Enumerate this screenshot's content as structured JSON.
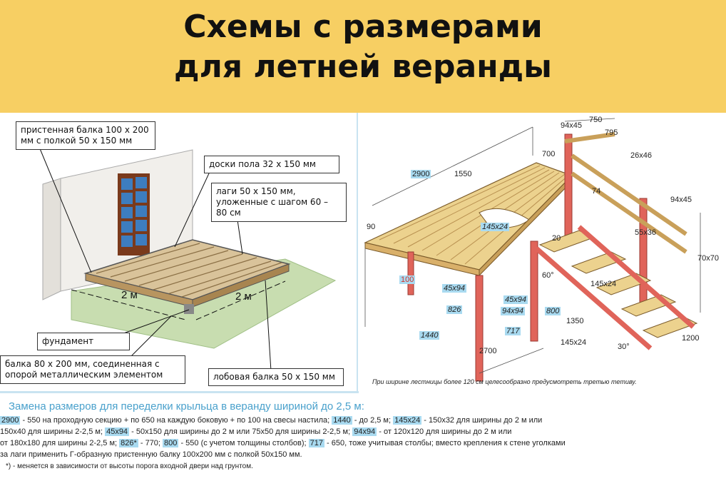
{
  "title": {
    "line1": "Схемы с размерами",
    "line2": "для летней веранды"
  },
  "left_labels": {
    "wall_beam": "пристенная балка 100 х 200 мм с полкой 50 х 150 мм",
    "floor_boards": "доски пола 32 х 150 мм",
    "joists": "лаги 50 х 150 мм, уложенные с шагом 60 – 80 см",
    "foundation": "фундамент",
    "beam": "балка 80 х 200 мм, соединенная с опорой металлическим элементом",
    "front_beam": "лобовая балка 50 х 150 мм",
    "span_left": "2 м",
    "span_right": "2 м"
  },
  "right_dims": {
    "d750": "750",
    "d795": "795",
    "d94x45a": "94х45",
    "d26x46": "26х46",
    "d700": "700",
    "d2900": "2900",
    "d1550": "1550",
    "d74": "74",
    "d94x45b": "94х45",
    "d90": "90",
    "d145x24a": "145х24",
    "d55x36": "55х36",
    "d20": "20",
    "d70x70": "70х70",
    "d100": "100",
    "d45x94a": "45х94",
    "d60": "60°",
    "d145x24b": "145х24",
    "d826": "826",
    "d45x94b": "45х94",
    "d94x94": "94х94",
    "d800": "800",
    "d1350": "1350",
    "d717": "717",
    "d1440": "1440",
    "d2700": "2700",
    "d145x24c": "145х24",
    "d30": "30°",
    "d1200": "1200"
  },
  "stair_footnote": "При ширине лестницы более 120 см целесообразно предусмотреть третью тетиву.",
  "notes": {
    "heading": "Замена размеров для переделки крыльца в веранду шириной до 2,5 м:",
    "l1_v1": "2900",
    "l1_t1": " - 550 на проходную секцию + по 650 на каждую боковую + по 100 на свесы настила; ",
    "l1_v2": "1440",
    "l1_t2": " - до 2,5 м; ",
    "l1_v3": "145х24",
    "l1_t3": " - 150х32 для ширины до 2 м или",
    "l2_t1": "150х40 для ширины 2-2,5 м; ",
    "l2_v1": "45х94",
    "l2_t2": " - 50х150 для ширины до 2 м или 75х50 для ширины 2-2,5 м; ",
    "l2_v2": "94х94",
    "l2_t3": " - от 120х120 для ширины до 2 м или",
    "l3_t1": "от 180х180 для ширины 2-2,5 м; ",
    "l3_v1": "826*",
    "l3_t2": " - 770; ",
    "l3_v2": "800",
    "l3_t3": " - 550 (с учетом толщины столбов); ",
    "l3_v3": "717",
    "l3_t4": " - 650, тоже учитывая столбы;  вместо крепления к стене уголками",
    "l4_t1": "за лаги применить Г-образную пристенную балку 100х200 мм с полкой 50х150 мм.",
    "l5_t1": "*) - меняется в зависимости от высоты порога входной двери над грунтом."
  },
  "colors": {
    "banner": "#f7cf63",
    "wood_light": "#e9cf8f",
    "wood_dark": "#c9a560",
    "red_posts": "#e0645a",
    "highlight": "#a9daf0",
    "panel_border": "#c9e3f1"
  }
}
